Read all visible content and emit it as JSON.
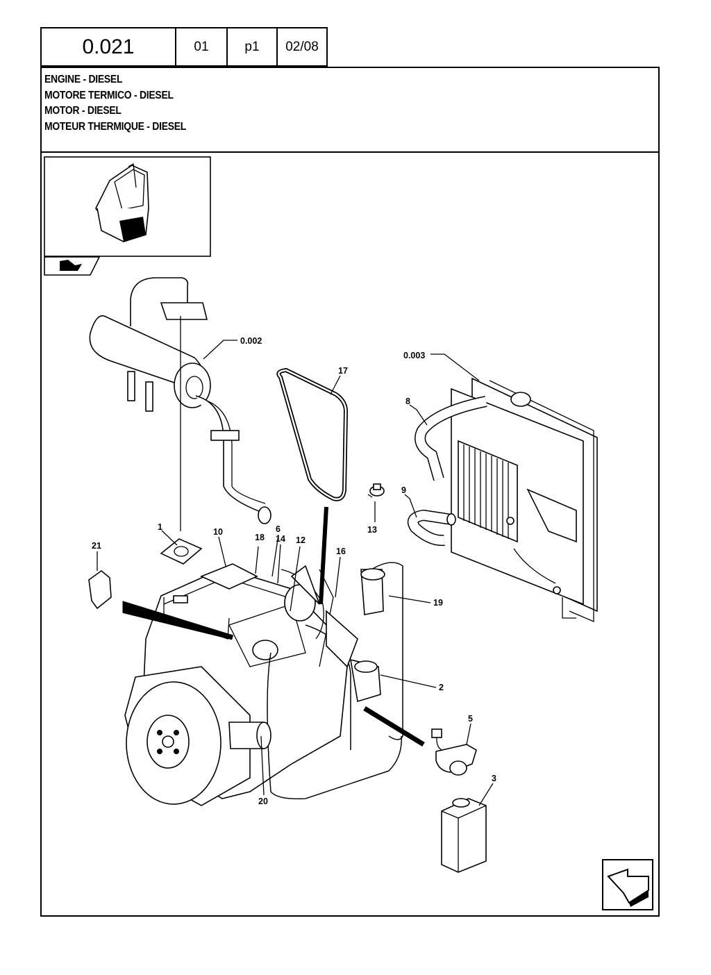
{
  "header": {
    "section_code": "0.021",
    "group": "01",
    "page": "p1",
    "date": "02/08"
  },
  "titles": [
    "ENGINE - DIESEL",
    "MOTORE TERMICO - DIESEL",
    "MOTOR - DIESEL",
    "MOTEUR THERMIQUE - DIESEL"
  ],
  "callouts": {
    "c_0002": "0.002",
    "c_0003": "0.003",
    "c_1": "1",
    "c_2": "2",
    "c_3": "3",
    "c_5": "5",
    "c_6": "6",
    "c_8": "8",
    "c_9": "9",
    "c_10": "10",
    "c_12": "12",
    "c_13": "13",
    "c_14": "14",
    "c_16": "16",
    "c_17": "17",
    "c_18": "18",
    "c_19": "19",
    "c_20": "20",
    "c_21": "21"
  },
  "icons": {
    "nav_back": "reference-arrow-icon",
    "nav_next": "next-page-arrow-icon"
  }
}
